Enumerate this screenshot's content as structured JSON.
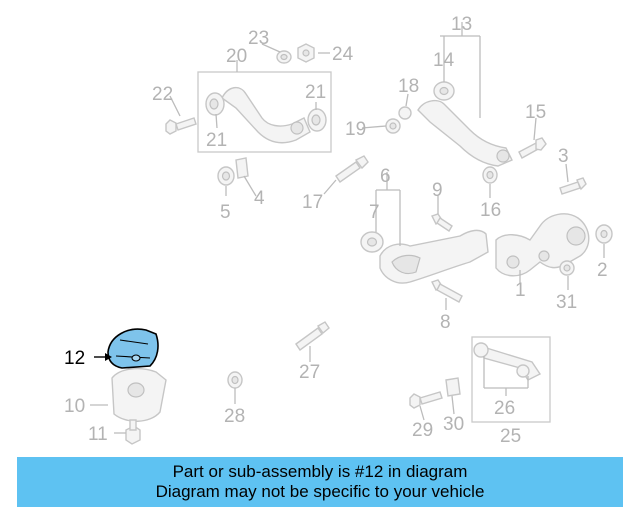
{
  "diagram": {
    "callouts": {
      "c1": "1",
      "c2": "2",
      "c3": "3",
      "c4": "4",
      "c5": "5",
      "c6": "6",
      "c7": "7",
      "c8": "8",
      "c9": "9",
      "c10": "10",
      "c11": "11",
      "c12": "12",
      "c13": "13",
      "c14": "14",
      "c15": "15",
      "c16": "16",
      "c17": "17",
      "c18": "18",
      "c19": "19",
      "c20": "20",
      "c21a": "21",
      "c21b": "21",
      "c22": "22",
      "c23": "23",
      "c24": "24",
      "c25": "25",
      "c26": "26",
      "c27": "27",
      "c28": "28",
      "c29": "29",
      "c30": "30",
      "c31": "31"
    },
    "highlighted_part": "12",
    "highlight_color": "#7ec3eb"
  },
  "banner": {
    "line1": "Part or sub-assembly is #12 in diagram",
    "line2": "Diagram may not be specific to your vehicle",
    "color": "#5ec2f2"
  }
}
